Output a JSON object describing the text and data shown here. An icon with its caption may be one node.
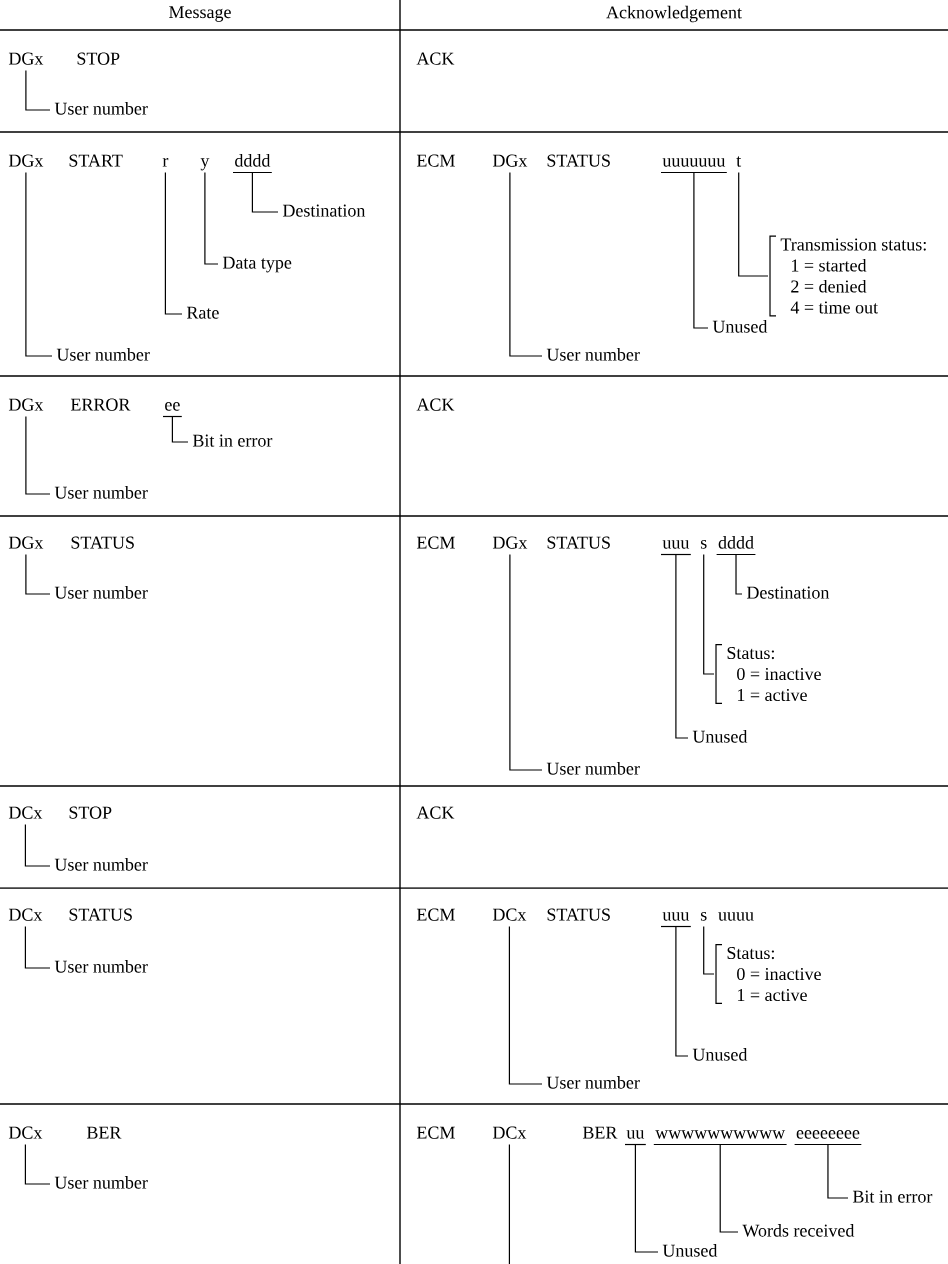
{
  "diagram": {
    "nodes": [
      {
        "text": [
          "DGx"
        ]
      },
      {
        "text": [
          "User number"
        ]
      },
      {
        "text": [
          "DGx"
        ]
      },
      {
        "text": [
          "r"
        ]
      },
      {
        "text": [
          "y"
        ]
      },
      {
        "text": [
          "dddd"
        ]
      },
      {
        "text": [
          "Destination"
        ]
      },
      {
        "text": [
          "Data type"
        ]
      },
      {
        "text": [
          "Rate"
        ]
      },
      {
        "text": [
          "User number"
        ]
      },
      {
        "text": [
          "DGx"
        ]
      },
      {
        "text": [
          "uuuuuuu"
        ]
      },
      {
        "text": [
          "t"
        ]
      },
      {
        "text": [
          "Transmission status:",
          "1 = started",
          "2 = denied",
          "4 = time out"
        ]
      },
      {
        "text": [
          "Unused"
        ]
      },
      {
        "text": [
          "User number"
        ]
      },
      {
        "text": [
          "DGx"
        ]
      },
      {
        "text": [
          "ee"
        ]
      },
      {
        "text": [
          "Bit in error"
        ]
      },
      {
        "text": [
          "User number"
        ]
      },
      {
        "text": [
          "DGx"
        ]
      },
      {
        "text": [
          "User number"
        ]
      },
      {
        "text": [
          "DGx"
        ]
      },
      {
        "text": [
          "uuu"
        ]
      },
      {
        "text": [
          "s"
        ]
      },
      {
        "text": [
          "dddd"
        ]
      },
      {
        "text": [
          "Destination"
        ]
      },
      {
        "text": [
          "Status:",
          "0 = inactive",
          "1 = active"
        ]
      },
      {
        "text": [
          "Unused"
        ]
      },
      {
        "text": [
          "User number"
        ]
      },
      {
        "text": [
          "DCx"
        ]
      },
      {
        "text": [
          "User number"
        ]
      },
      {
        "text": [
          "DCx"
        ]
      },
      {
        "text": [
          "User number"
        ]
      },
      {
        "text": [
          "DCx"
        ]
      },
      {
        "text": [
          "uuu"
        ]
      },
      {
        "text": [
          "s"
        ]
      },
      {
        "text": [
          "Status:",
          "0 = inactive",
          "1 = active"
        ]
      },
      {
        "text": [
          "Unused"
        ]
      },
      {
        "text": [
          "User number"
        ]
      },
      {
        "text": [
          "DCx"
        ]
      },
      {
        "text": [
          "User number"
        ]
      },
      {
        "text": [
          "DCx"
        ]
      },
      {
        "text": [
          "uu"
        ]
      },
      {
        "text": [
          "wwwwwwwwww"
        ]
      },
      {
        "text": [
          "eeeeeeee"
        ]
      },
      {
        "text": [
          "Bit in error"
        ]
      },
      {
        "text": [
          "Words received"
        ]
      },
      {
        "text": [
          "Unused"
        ]
      }
    ],
    "edges": [
      {
        "from": 0,
        "to": 1,
        "arrow": "none"
      },
      {
        "from": 5,
        "to": 6,
        "arrow": "none"
      },
      {
        "from": 4,
        "to": 7,
        "arrow": "none"
      },
      {
        "from": 3,
        "to": 8,
        "arrow": "none"
      },
      {
        "from": 2,
        "to": 9,
        "arrow": "none"
      },
      {
        "from": 12,
        "to": 13,
        "arrow": "none"
      },
      {
        "from": 11,
        "to": 14,
        "arrow": "none"
      },
      {
        "from": 10,
        "to": 15,
        "arrow": "none"
      },
      {
        "from": 17,
        "to": 18,
        "arrow": "none"
      },
      {
        "from": 16,
        "to": 19,
        "arrow": "none"
      },
      {
        "from": 20,
        "to": 21,
        "arrow": "none"
      },
      {
        "from": 25,
        "to": 26,
        "arrow": "none"
      },
      {
        "from": 24,
        "to": 27,
        "arrow": "none"
      },
      {
        "from": 23,
        "to": 28,
        "arrow": "none"
      },
      {
        "from": 22,
        "to": 29,
        "arrow": "none"
      },
      {
        "from": 30,
        "to": 31,
        "arrow": "none"
      },
      {
        "from": 32,
        "to": 33,
        "arrow": "none"
      },
      {
        "from": 36,
        "to": 37,
        "arrow": "none"
      },
      {
        "from": 35,
        "to": 38,
        "arrow": "none"
      },
      {
        "from": 34,
        "to": 39,
        "arrow": "none"
      },
      {
        "from": 40,
        "to": 41,
        "arrow": "none"
      },
      {
        "from": 45,
        "to": 46,
        "arrow": "none"
      },
      {
        "from": 44,
        "to": 47,
        "arrow": "none"
      },
      {
        "from": 43,
        "to": 48,
        "arrow": "none"
      },
      {
        "from": 42,
        "to": null,
        "arrow": "none"
      }
    ],
    "labels": [
      "Message",
      "Acknowledgement",
      "STOP",
      "ACK",
      "START",
      "ECM",
      "STATUS",
      "ERROR",
      "ACK",
      "STATUS",
      "ECM",
      "STATUS",
      "STOP",
      "ACK",
      "STATUS",
      "ECM",
      "STATUS",
      "uuuu",
      "BER",
      "ECM",
      "BER"
    ]
  }
}
